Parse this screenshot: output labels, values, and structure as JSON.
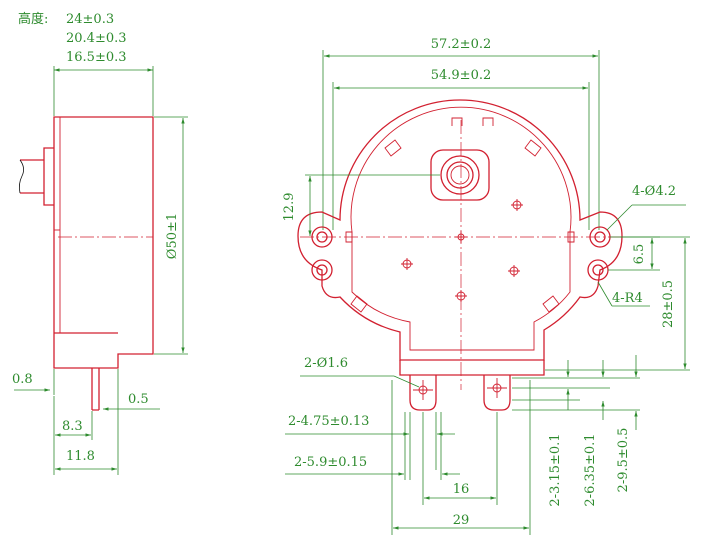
{
  "height_label": "高度:",
  "heights": [
    "24±0.3",
    "20.4±0.3",
    "16.5±0.3"
  ],
  "side_view": {
    "diameter": "Ø50±1",
    "plate_thickness": "0.8",
    "pin_thickness": "0.5",
    "pin_offset": "8.3",
    "body_depth": "11.8"
  },
  "front_view": {
    "overall_width": "57.2±0.2",
    "hole_spacing": "54.9±0.2",
    "shaft_offset": "12.9",
    "mount_holes": "4-Ø4.2",
    "lug_radius": "4-R4",
    "lug_pitch": "6.5",
    "center_to_terminal": "28±0.5",
    "terminal_hole": "2-Ø1.6",
    "terminal_width": "2-4.75±0.13",
    "terminal_outer": "2-5.9±0.15",
    "terminal_spacing": "16",
    "terminal_span": "29",
    "terminal_a": "2-3.15±0.1",
    "terminal_b": "2-6.35±0.1",
    "terminal_c": "2-9.5±0.5"
  }
}
